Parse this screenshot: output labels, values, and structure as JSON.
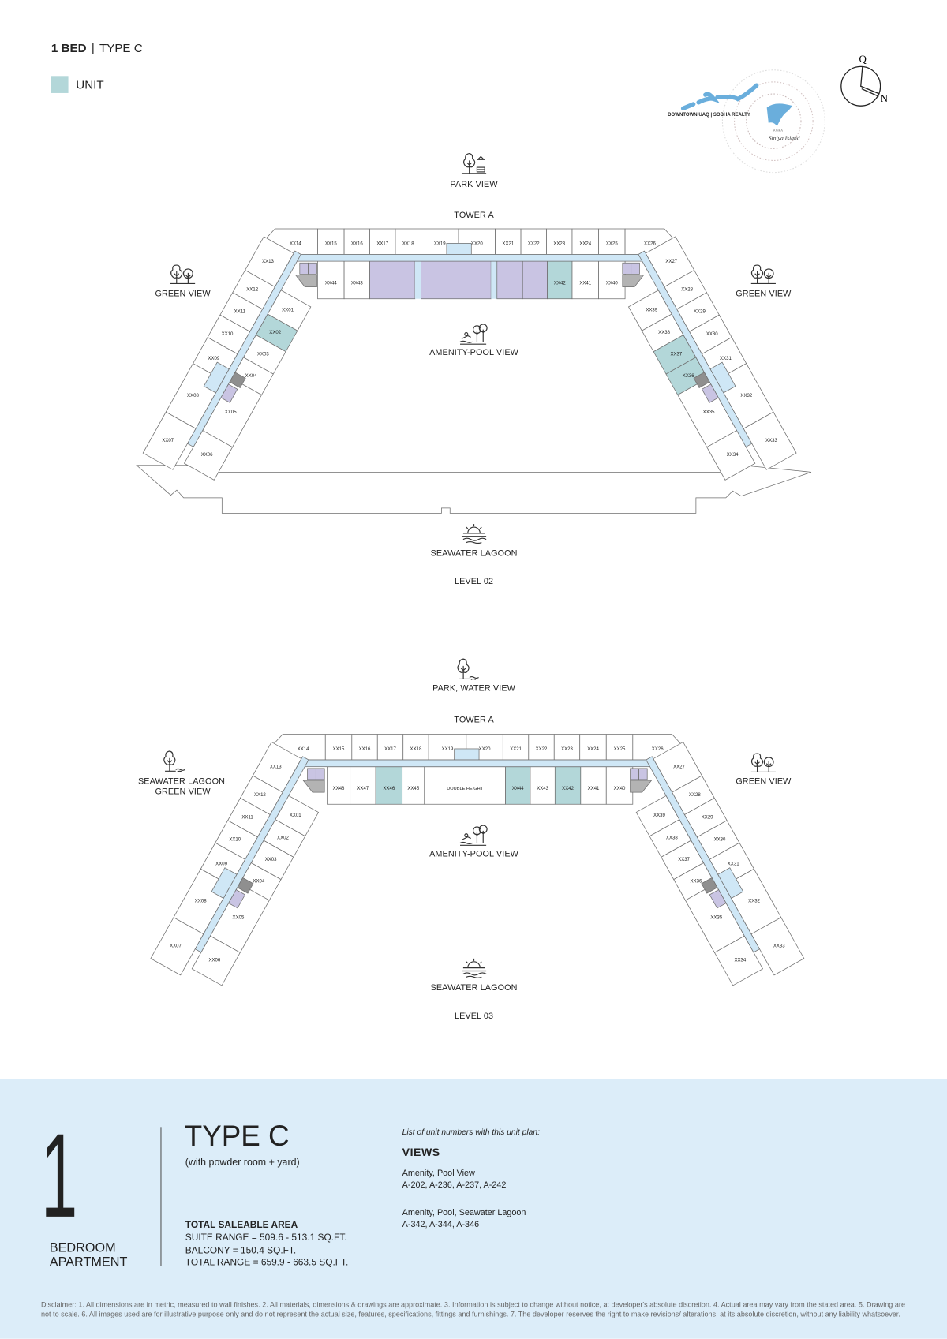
{
  "header": {
    "bed": "1 BED",
    "separator": "|",
    "type": "TYPE C"
  },
  "legend": {
    "label": "UNIT",
    "color": "#b3d7d9"
  },
  "logo": {
    "left_text": "DOWNTOWN UAQ | SOBHA REALTY",
    "brand": "SOBHA",
    "script": "Siniya Island"
  },
  "compass": {
    "q": "Q",
    "n": "N"
  },
  "colors": {
    "unit_highlight": "#b3d7d9",
    "corridor": "#cfe7f6",
    "amenity": "#c9c4e3",
    "core": "#b3b3b3",
    "panel": "#dcedf9"
  },
  "levels": [
    {
      "name": "LEVEL 02",
      "tower": "TOWER A",
      "views": {
        "top": "PARK VIEW",
        "left": "GREEN VIEW",
        "right": "GREEN VIEW",
        "center": "AMENITY-POOL VIEW",
        "bottom": "SEAWATER LAGOON"
      },
      "top_row": [
        {
          "label": "XX14"
        },
        {
          "label": "XX15"
        },
        {
          "label": "XX16"
        },
        {
          "label": "XX17"
        },
        {
          "label": "XX18"
        },
        {
          "label": "XX19"
        },
        {
          "label": "XX20"
        },
        {
          "label": "XX21"
        },
        {
          "label": "XX22"
        },
        {
          "label": "XX23"
        },
        {
          "label": "XX24"
        },
        {
          "label": "XX25"
        },
        {
          "label": "XX26"
        }
      ],
      "lower_row": [
        {
          "label": "XX44"
        },
        {
          "label": "XX43"
        },
        {
          "label": "",
          "amenity": true
        },
        {
          "label": "",
          "amenity": true
        },
        {
          "label": "",
          "amenity": true
        },
        {
          "label": "",
          "amenity": true
        },
        {
          "label": "XX42",
          "highlight": true
        },
        {
          "label": "XX41"
        },
        {
          "label": "XX40"
        }
      ],
      "left_outer": [
        {
          "label": "XX13"
        },
        {
          "label": "XX12"
        },
        {
          "label": "XX11"
        },
        {
          "label": "XX10"
        },
        {
          "label": "XX09"
        },
        {
          "label": "XX08"
        },
        {
          "label": "XX07"
        }
      ],
      "left_inner": [
        {
          "label": "XX01"
        },
        {
          "label": "XX02",
          "highlight": true
        },
        {
          "label": "XX03"
        },
        {
          "label": "XX04"
        },
        {
          "label": "XX05"
        },
        {
          "label": "XX06"
        }
      ],
      "right_outer": [
        {
          "label": "XX27"
        },
        {
          "label": "XX28"
        },
        {
          "label": "XX29"
        },
        {
          "label": "XX30"
        },
        {
          "label": "XX31"
        },
        {
          "label": "XX32"
        },
        {
          "label": "XX33"
        }
      ],
      "right_inner": [
        {
          "label": "XX39"
        },
        {
          "label": "XX38"
        },
        {
          "label": "XX37",
          "highlight": true
        },
        {
          "label": "XX36",
          "highlight": true
        },
        {
          "label": "XX35"
        },
        {
          "label": "XX34"
        }
      ]
    },
    {
      "name": "LEVEL 03",
      "tower": "TOWER A",
      "views": {
        "top": "PARK, WATER VIEW",
        "left": "SEAWATER LAGOON,",
        "left2": "GREEN VIEW",
        "right": "GREEN VIEW",
        "center": "AMENITY-POOL VIEW",
        "bottom": "SEAWATER LAGOON"
      },
      "top_row": [
        {
          "label": "XX14"
        },
        {
          "label": "XX15"
        },
        {
          "label": "XX16"
        },
        {
          "label": "XX17"
        },
        {
          "label": "XX18"
        },
        {
          "label": "XX19"
        },
        {
          "label": "XX20"
        },
        {
          "label": "XX21"
        },
        {
          "label": "XX22"
        },
        {
          "label": "XX23"
        },
        {
          "label": "XX24"
        },
        {
          "label": "XX25"
        },
        {
          "label": "XX26"
        }
      ],
      "lower_row": [
        {
          "label": "XX48"
        },
        {
          "label": "XX47"
        },
        {
          "label": "XX46",
          "highlight": true
        },
        {
          "label": "XX45"
        },
        {
          "label": "DOUBLE HEIGHT"
        },
        {
          "label": "XX44",
          "highlight": true
        },
        {
          "label": "XX43"
        },
        {
          "label": "XX42",
          "highlight": true
        },
        {
          "label": "XX41"
        },
        {
          "label": "XX40"
        }
      ],
      "left_outer": [
        {
          "label": "XX13"
        },
        {
          "label": "XX12"
        },
        {
          "label": "XX11"
        },
        {
          "label": "XX10"
        },
        {
          "label": "XX09"
        },
        {
          "label": "XX08"
        },
        {
          "label": "XX07"
        }
      ],
      "left_inner": [
        {
          "label": "XX01"
        },
        {
          "label": "XX02"
        },
        {
          "label": "XX03"
        },
        {
          "label": "XX04"
        },
        {
          "label": "XX05"
        },
        {
          "label": "XX06"
        }
      ],
      "right_outer": [
        {
          "label": "XX27"
        },
        {
          "label": "XX28"
        },
        {
          "label": "XX29"
        },
        {
          "label": "XX30"
        },
        {
          "label": "XX31"
        },
        {
          "label": "XX32"
        },
        {
          "label": "XX33"
        }
      ],
      "right_inner": [
        {
          "label": "XX39"
        },
        {
          "label": "XX38"
        },
        {
          "label": "XX37"
        },
        {
          "label": "XX36"
        },
        {
          "label": "XX35"
        },
        {
          "label": "XX34"
        }
      ]
    }
  ],
  "summary": {
    "bedrooms": "1",
    "bedroom_line1": "BEDROOM",
    "bedroom_line2": "APARTMENT",
    "type_title": "TYPE C",
    "type_subtitle": "(with powder room + yard)",
    "area_title": "TOTAL SALEABLE AREA",
    "suite_range": "SUITE RANGE = 509.6 - 513.1 SQ.FT.",
    "balcony": "BALCONY = 150.4 SQ.FT.",
    "total_range": "TOTAL RANGE = 659.9 - 663.5 SQ.FT.",
    "list_intro": "List of unit numbers with this unit plan:",
    "views_title": "VIEWS",
    "view_groups": [
      {
        "name": "Amenity, Pool View",
        "units": "A-202, A-236, A-237, A-242"
      },
      {
        "name": "Amenity, Pool, Seawater Lagoon",
        "units": "A-342, A-344, A-346"
      }
    ]
  },
  "disclaimer": "Disclaimer: 1. All dimensions are in metric, measured to wall finishes. 2. All materials, dimensions & drawings are approximate. 3. Information is subject to change without notice, at developer's absolute discretion. 4. Actual area may vary from the stated area. 5. Drawing are not to scale. 6. All images used are for illustrative purpose only and do not represent the actual size, features, specifications, fittings and furnishings. 7. The developer reserves the right to make revisions/ alterations, at its absolute discretion, without any liability whatsoever."
}
